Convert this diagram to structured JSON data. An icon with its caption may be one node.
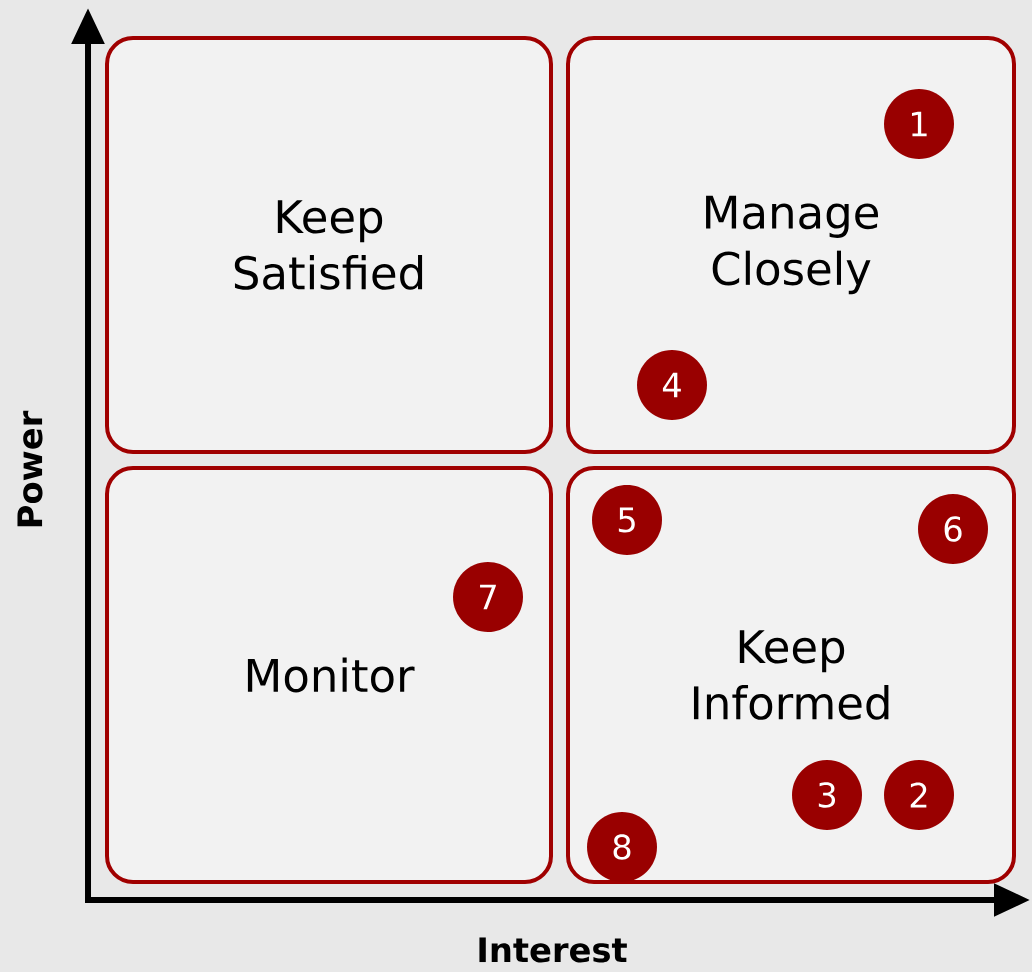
{
  "diagram": {
    "nodes": [
      {
        "text": [
          "Keep Satisfied"
        ]
      },
      {
        "text": [
          "Manage Closely"
        ]
      },
      {
        "text": [
          "Monitor"
        ]
      },
      {
        "text": [
          "Keep Informed"
        ]
      },
      {
        "text": [
          "1"
        ],
        "in": 1
      },
      {
        "text": [
          "4"
        ],
        "in": 1
      },
      {
        "text": [
          "5"
        ],
        "in": 3
      },
      {
        "text": [
          "6"
        ],
        "in": 3
      },
      {
        "text": [
          "7"
        ],
        "in": 2
      },
      {
        "text": [
          "3"
        ],
        "in": 3
      },
      {
        "text": [
          "2"
        ],
        "in": 3
      },
      {
        "text": [
          "8"
        ],
        "in": 3
      }
    ],
    "labels": [
      "Power",
      "Interest"
    ]
  }
}
